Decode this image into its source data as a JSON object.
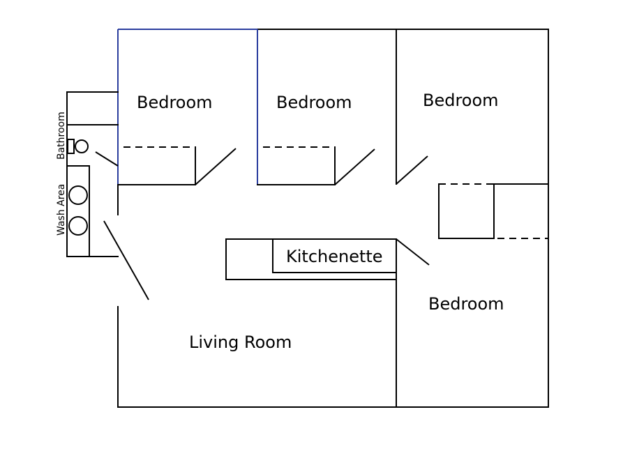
{
  "colors": {
    "wall": "#000000",
    "accent_wall": "#2a3d9e",
    "background": "#ffffff"
  },
  "rooms": {
    "bedroom_1": "Bedroom",
    "bedroom_2": "Bedroom",
    "bedroom_3": "Bedroom",
    "bedroom_4": "Bedroom",
    "kitchenette": "Kitchenette",
    "living_room": "Living Room",
    "bathroom": "Bathroom",
    "wash_area": "Wash Area"
  }
}
